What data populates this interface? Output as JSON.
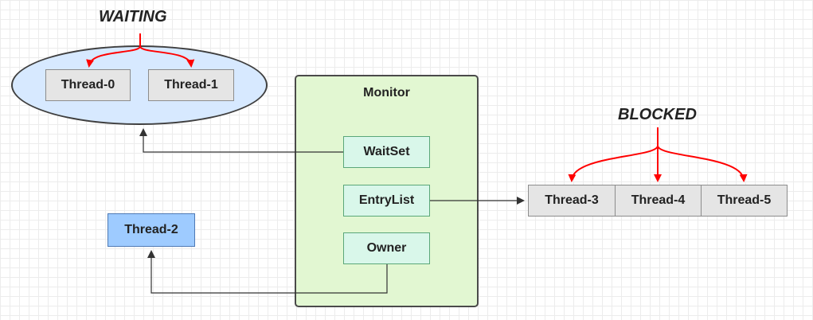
{
  "states": {
    "waiting": "WAITING",
    "blocked": "BLOCKED"
  },
  "monitor": {
    "title": "Monitor",
    "waitset": "WaitSet",
    "entrylist": "EntryList",
    "owner": "Owner"
  },
  "waiting_threads": [
    "Thread-0",
    "Thread-1"
  ],
  "blocked_threads": [
    "Thread-3",
    "Thread-4",
    "Thread-5"
  ],
  "owner_thread": "Thread-2",
  "colors": {
    "red_arrow": "#ff0000",
    "connector": "#333333",
    "waiting_fill": "#d7e9ff",
    "monitor_fill": "#e2f7d2",
    "slot_fill": "#d9f7ea",
    "owner_fill": "#9ecbff",
    "thread_fill": "#e5e5e5"
  }
}
